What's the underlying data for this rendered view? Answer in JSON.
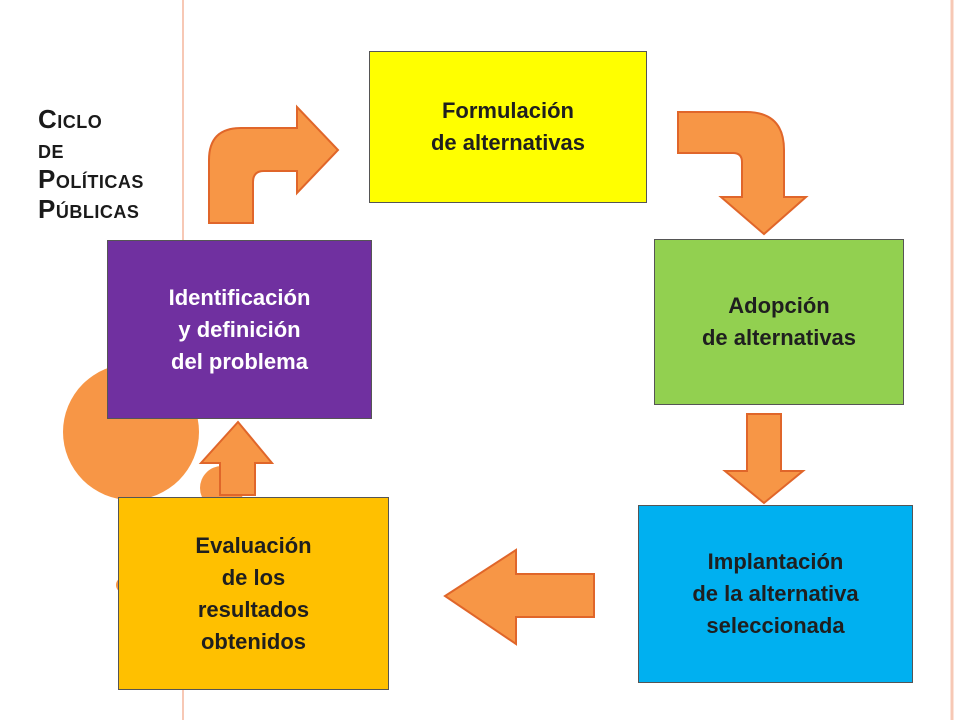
{
  "title": {
    "line1": "Ciclo",
    "line2": "de",
    "line3": "Políticas",
    "line4": "Públicas"
  },
  "stages": {
    "formulacion": "Formulación\nde alternativas",
    "adopcion": "Adopción\nde alternativas",
    "implantacion": "Implantación\nde la alternativa\nseleccionada",
    "evaluacion": "Evaluación\nde los\nresultados\nobtenidos",
    "identificacion": "Identificación\ny definición\ndel problema"
  },
  "colors": {
    "formulacion": "#ffff00",
    "adopcion": "#92d050",
    "implantacion": "#00b0f0",
    "evaluacion": "#ffc000",
    "identificacion": "#7030a0",
    "arrow": "#f79646",
    "arrow_border": "#e0662a",
    "accent_line": "#f7c8b5"
  }
}
